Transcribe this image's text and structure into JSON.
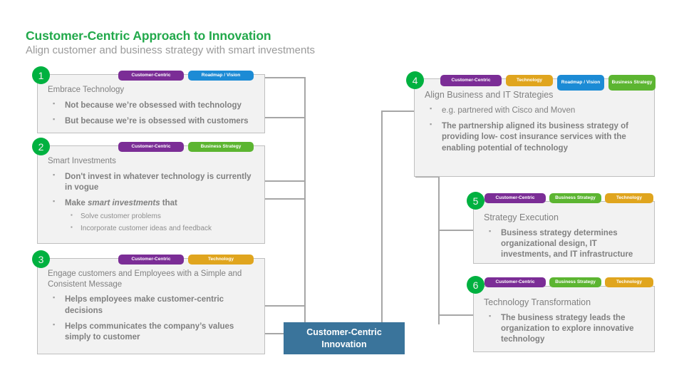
{
  "header": {
    "title": "Customer-Centric Approach to Innovation",
    "subtitle": "Align customer and business strategy with smart investments"
  },
  "colors": {
    "title_green": "#22A94B",
    "subtitle_gray": "#9A9A9A",
    "badge_green": "#00B140",
    "tag_customer_centric": "#7B2D96",
    "tag_roadmap_vision": "#1C8BD5",
    "tag_business_strategy": "#5CB531",
    "tag_technology": "#E0A51E",
    "panel_bg": "#F2F2F2",
    "panel_border": "#BFBFBF",
    "connector": "#A6A6A6",
    "center_node_bg": "#3A749B",
    "body_text": "#808080"
  },
  "center_node": {
    "line1": "Customer-Centric",
    "line2": "Innovation"
  },
  "blocks": [
    {
      "number": "1",
      "heading": "Embrace Technology",
      "tags": [
        {
          "label": "Customer-Centric",
          "color_key": "tag_customer_centric"
        },
        {
          "label": "Roadmap / Vision",
          "color_key": "tag_roadmap_vision"
        }
      ],
      "bullets": [
        {
          "text": "Not because we’re obsessed with technology"
        },
        {
          "text": "But because we’re is obsessed with customers"
        }
      ]
    },
    {
      "number": "2",
      "heading": "Smart Investments",
      "tags": [
        {
          "label": "Customer-Centric",
          "color_key": "tag_customer_centric"
        },
        {
          "label": "Business Strategy",
          "color_key": "tag_business_strategy"
        }
      ],
      "bullets": [
        {
          "text": "Don't  invest in whatever technology is currently in vogue"
        },
        {
          "text_pre": "Make ",
          "text_italic": "smart investments",
          "text_post": " that",
          "subbullets": [
            "Solve customer problems",
            "Incorporate customer ideas and feedback"
          ]
        }
      ]
    },
    {
      "number": "3",
      "heading": "Engage customers and Employees with a Simple and Consistent Message",
      "tags": [
        {
          "label": "Customer-Centric",
          "color_key": "tag_customer_centric"
        },
        {
          "label": "Technology",
          "color_key": "tag_technology"
        }
      ],
      "bullets": [
        {
          "text": "Helps employees make customer-centric decisions"
        },
        {
          "text": "Helps communicates the company’s values simply to customer"
        }
      ]
    },
    {
      "number": "4",
      "heading": "Align Business and IT Strategies",
      "tags": [
        {
          "label": "Customer-Centric",
          "color_key": "tag_customer_centric"
        },
        {
          "label": "Technology",
          "color_key": "tag_technology"
        },
        {
          "label": "Roadmap / Vision",
          "color_key": "tag_roadmap_vision"
        },
        {
          "label": "Business Strategy",
          "color_key": "tag_business_strategy"
        }
      ],
      "bullets": [
        {
          "text": "e.g. partnered with Cisco and Moven"
        },
        {
          "text": "The partnership aligned its business strategy of providing low- cost insurance services with the enabling potential of technology"
        }
      ]
    },
    {
      "number": "5",
      "heading": "Strategy Execution",
      "tags": [
        {
          "label": "Customer-Centric",
          "color_key": "tag_customer_centric"
        },
        {
          "label": "Business Strategy",
          "color_key": "tag_business_strategy"
        },
        {
          "label": "Technology",
          "color_key": "tag_technology"
        }
      ],
      "bullets": [
        {
          "text": "Business strategy determines organizational design, IT investments, and IT infrastructure"
        }
      ]
    },
    {
      "number": "6",
      "heading": "Technology Transformation",
      "tags": [
        {
          "label": "Customer-Centric",
          "color_key": "tag_customer_centric"
        },
        {
          "label": "Business Strategy",
          "color_key": "tag_business_strategy"
        },
        {
          "label": "Technology",
          "color_key": "tag_technology"
        }
      ],
      "bullets": [
        {
          "text": "The business strategy leads the organization to explore innovative technology"
        }
      ]
    }
  ]
}
